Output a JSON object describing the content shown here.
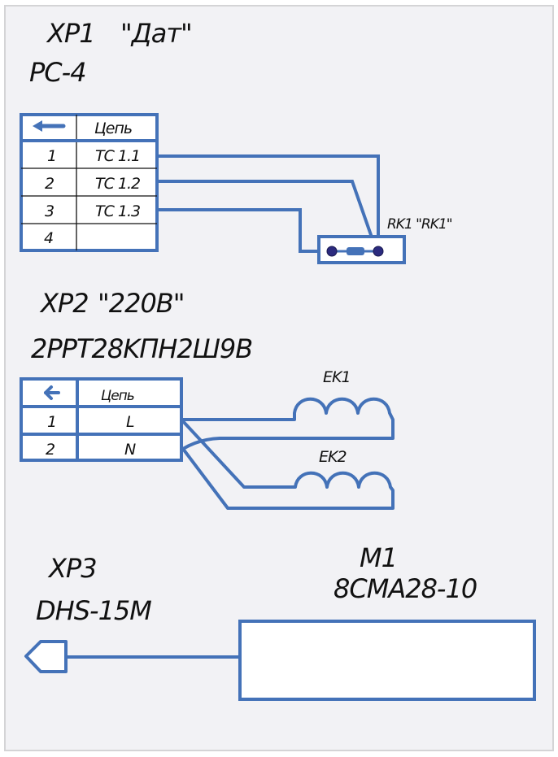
{
  "colors": {
    "wire": "#4472b8",
    "terminal": "#2b2a7e",
    "sheet": "#f2f2f5",
    "box_fill": "#ffffff",
    "text": "#111111"
  },
  "xp1": {
    "designation": "XP1",
    "name": "\"Дат\"",
    "type": "PC-4",
    "table": {
      "header_icon": "arrow-left-icon",
      "header_circuit": "Цепь",
      "rows": [
        {
          "pin": "1",
          "circuit": "TC 1.1"
        },
        {
          "pin": "2",
          "circuit": "TC 1.2"
        },
        {
          "pin": "3",
          "circuit": "TC 1.3"
        },
        {
          "pin": "4",
          "circuit": ""
        }
      ]
    }
  },
  "rk1": {
    "label": "RK1 \"RK1\""
  },
  "xp2": {
    "designation": "XP2",
    "name": "\"220B\"",
    "type": "2PPT28KПH2Ш9B",
    "table": {
      "header_icon": "arrow-left-icon",
      "header_circuit": "Цепь",
      "rows": [
        {
          "pin": "1",
          "circuit": "L"
        },
        {
          "pin": "2",
          "circuit": "N"
        }
      ]
    }
  },
  "ek1": {
    "label": "EK1"
  },
  "ek2": {
    "label": "EK2"
  },
  "xp3": {
    "designation": "XP3",
    "type": "DHS-15M"
  },
  "m1": {
    "designation": "M1",
    "type": "8CMA28-10"
  }
}
